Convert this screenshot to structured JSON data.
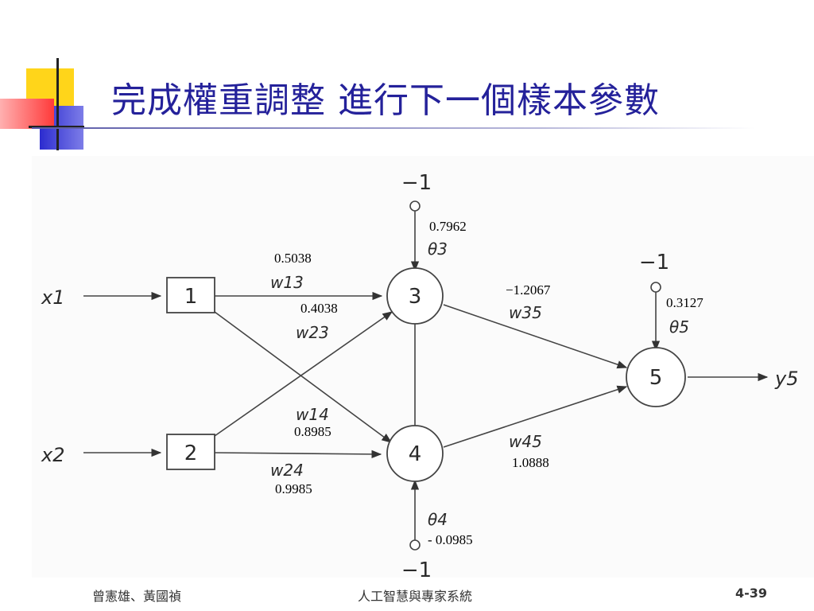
{
  "slide": {
    "title": "完成權重調整 進行下一個樣本參數",
    "footer_left": "曾憲雄、黃國禎",
    "footer_center": "人工智慧與專家系統",
    "page_number": "4-39"
  },
  "diagram": {
    "inputs": [
      "x1",
      "x2"
    ],
    "nodes": [
      "1",
      "2",
      "3",
      "4",
      "5"
    ],
    "output": "y5",
    "bias": {
      "node3": "−1",
      "node4": "−1",
      "node5": "−1"
    },
    "labels": {
      "w13": "w13",
      "w23": "w23",
      "w14": "w14",
      "w24": "w24",
      "w35": "w35",
      "w45": "w45",
      "theta3": "θ3",
      "theta4": "θ4",
      "theta5": "θ5"
    },
    "values": {
      "w13": "0.5038",
      "w23": "0.4038",
      "w14": "0.8985",
      "w24": "0.9985",
      "w35": "−1.2067",
      "w45": "1.0888",
      "theta3": "0.7962",
      "theta4": "- 0.0985",
      "theta5": "0.3127"
    }
  }
}
